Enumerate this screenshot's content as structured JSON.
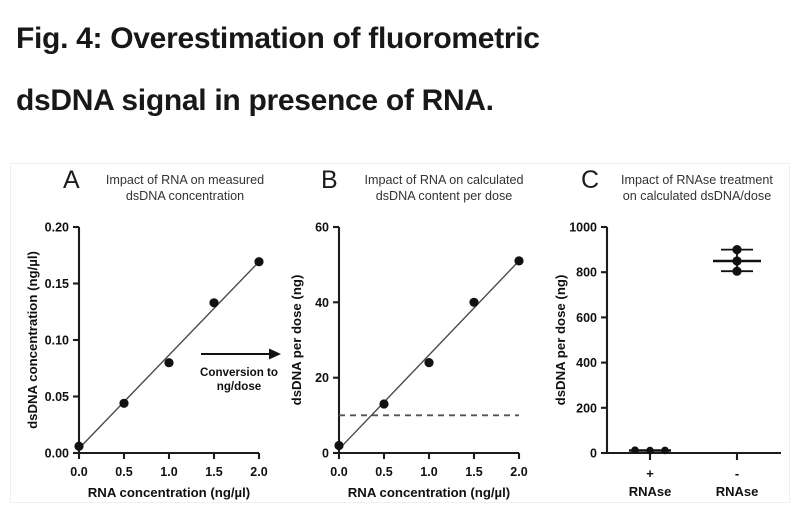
{
  "figure": {
    "caption": "Fig. 4: Overestimation of fluorometric\ndsDNA signal in presence of RNA."
  },
  "panels": {
    "a": {
      "letter": "A",
      "title": "Impact of RNA on measured\ndsDNA concentration",
      "annotation": "Conversion to\nng/dose",
      "annotation_line1": "Conversion to",
      "annotation_line2": "ng/dose"
    },
    "b": {
      "letter": "B",
      "title": "Impact of RNA on calculated\ndsDNA content per dose"
    },
    "c": {
      "letter": "C",
      "title": "Impact of RNAse treatment\non calculated dsDNA/dose",
      "cat1_sign": "+",
      "cat1_name": "RNAse",
      "cat2_sign": "-",
      "cat2_name": "RNAse"
    }
  },
  "chart_data": [
    {
      "panel": "A",
      "type": "scatter",
      "title": "Impact of RNA on measured dsDNA concentration",
      "xlabel": "RNA concentration (ng/µl)",
      "ylabel": "dsDNA concentration (ng/µl)",
      "xlim": [
        0.0,
        2.0
      ],
      "ylim": [
        0.0,
        0.2
      ],
      "xticks": [
        0.0,
        0.5,
        1.0,
        1.5,
        2.0
      ],
      "xticklabels": [
        "0.0",
        "0.5",
        "1.0",
        "1.5",
        "2.0"
      ],
      "yticks": [
        0.0,
        0.05,
        0.1,
        0.15,
        0.2
      ],
      "yticklabels": [
        "0.00",
        "0.05",
        "0.10",
        "0.15",
        "0.20"
      ],
      "grid": false,
      "legend": false,
      "x": [
        0.0,
        0.5,
        1.0,
        1.5,
        2.0
      ],
      "y": [
        0.006,
        0.044,
        0.08,
        0.133,
        0.17
      ],
      "fit_line": {
        "x": [
          0.0,
          2.0
        ],
        "y": [
          0.004,
          0.17
        ]
      },
      "annotation": "Conversion to ng/dose"
    },
    {
      "panel": "B",
      "type": "scatter",
      "title": "Impact of RNA on calculated dsDNA content per dose",
      "xlabel": "RNA concentration (ng/µl)",
      "ylabel": "dsDNA per dose (ng)",
      "xlim": [
        0.0,
        2.0
      ],
      "ylim": [
        0,
        60
      ],
      "xticks": [
        0.0,
        0.5,
        1.0,
        1.5,
        2.0
      ],
      "xticklabels": [
        "0.0",
        "0.5",
        "1.0",
        "1.5",
        "2.0"
      ],
      "yticks": [
        0,
        20,
        40,
        60
      ],
      "yticklabels": [
        "0",
        "20",
        "40",
        "60"
      ],
      "grid": false,
      "legend": false,
      "x": [
        0.0,
        0.5,
        1.0,
        1.5,
        2.0
      ],
      "y": [
        2,
        13,
        24,
        40,
        51
      ],
      "fit_line": {
        "x": [
          0.0,
          2.0
        ],
        "y": [
          1.0,
          51.0
        ]
      },
      "reference_line": {
        "y": 10,
        "style": "dashed"
      }
    },
    {
      "panel": "C",
      "type": "scatter",
      "title": "Impact of RNAse treatment on calculated dsDNA/dose",
      "xlabel": "",
      "ylabel": "dsDNA per dose (ng)",
      "ylim": [
        0,
        1000
      ],
      "yticks": [
        0,
        200,
        400,
        600,
        800,
        1000
      ],
      "yticklabels": [
        "0",
        "200",
        "400",
        "600",
        "800",
        "1000"
      ],
      "grid": false,
      "legend": false,
      "categories": [
        "+ RNAse",
        "- RNAse"
      ],
      "series": [
        {
          "name": "+ RNAse",
          "values": [
            12,
            10,
            11
          ],
          "mean": 11
        },
        {
          "name": "- RNAse",
          "values": [
            900,
            850,
            805
          ],
          "mean": 850
        }
      ],
      "errorbars": [
        {
          "name": "- RNAse",
          "mean": 850,
          "upper": 900,
          "lower": 805
        }
      ]
    }
  ],
  "axes": {
    "x_rna": "RNA concentration (ng/µl)",
    "y_conc": "dsDNA concentration (ng/µl)",
    "y_dose": "dsDNA per dose (ng)",
    "a_yticks": [
      "0.00",
      "0.05",
      "0.10",
      "0.15",
      "0.20"
    ],
    "a_xticks": [
      "0.0",
      "0.5",
      "1.0",
      "1.5",
      "2.0"
    ],
    "b_yticks": [
      "0",
      "20",
      "40",
      "60"
    ],
    "b_xticks": [
      "0.0",
      "0.5",
      "1.0",
      "1.5",
      "2.0"
    ],
    "c_yticks": [
      "0",
      "200",
      "400",
      "600",
      "800",
      "1000"
    ]
  },
  "colors": {
    "ink": "#111111",
    "axis": "#1c1c1c",
    "fit": "#4a4a4a",
    "dash": "#555555",
    "title_gray": "#333333",
    "background": "#ffffff"
  }
}
